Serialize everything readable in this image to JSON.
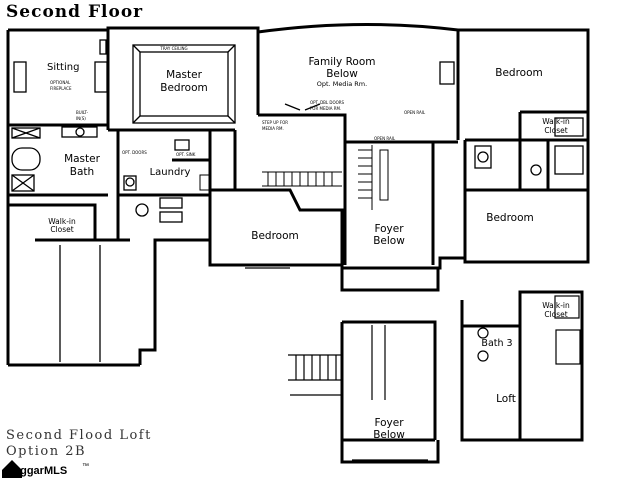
{
  "header": {
    "title": "Second Floor"
  },
  "rooms": {
    "sitting": "Sitting",
    "master_bedroom": [
      "Master",
      "Bedroom"
    ],
    "family_room": [
      "Family Room",
      "Below",
      "Opt. Media Rm."
    ],
    "bedroom_top_right": "Bedroom",
    "walkin_top_right": [
      "Walk-in",
      "Closet"
    ],
    "master_bath": [
      "Master",
      "Bath"
    ],
    "laundry": "Laundry",
    "walkin_master": [
      "Walk-in",
      "Closet"
    ],
    "bedroom_center": "Bedroom",
    "foyer_top": [
      "Foyer",
      "Below"
    ],
    "bedroom_right": "Bedroom",
    "walkin_loft": [
      "Walk-in",
      "Closet"
    ],
    "bath3": "Bath 3",
    "loft": "Loft",
    "foyer_bottom": [
      "Foyer",
      "Below"
    ]
  },
  "notes": {
    "tray_ceiling": "TRAY CEILING",
    "opt_fireplace": [
      "OPTIONAL",
      "FIREPLACE"
    ],
    "built_in": [
      "BUILT-",
      "IN(S)"
    ],
    "opt_doors": "OPT. DOORS",
    "opt_sink": "OPT. SINK",
    "opt_dbl_doors": [
      "OPT. DBL DOORS",
      "FOR MEDIA RM."
    ],
    "step_up": [
      "STEP UP FOR",
      "MEDIA RM."
    ],
    "open_rail": "OPEN RAIL",
    "open_rail_top": "OPEN RAIL"
  },
  "caption": {
    "line1": "Second Flood Loft",
    "line2": "Option 2B"
  },
  "watermark": {
    "text": "eggarMLS",
    "mark": "™"
  }
}
